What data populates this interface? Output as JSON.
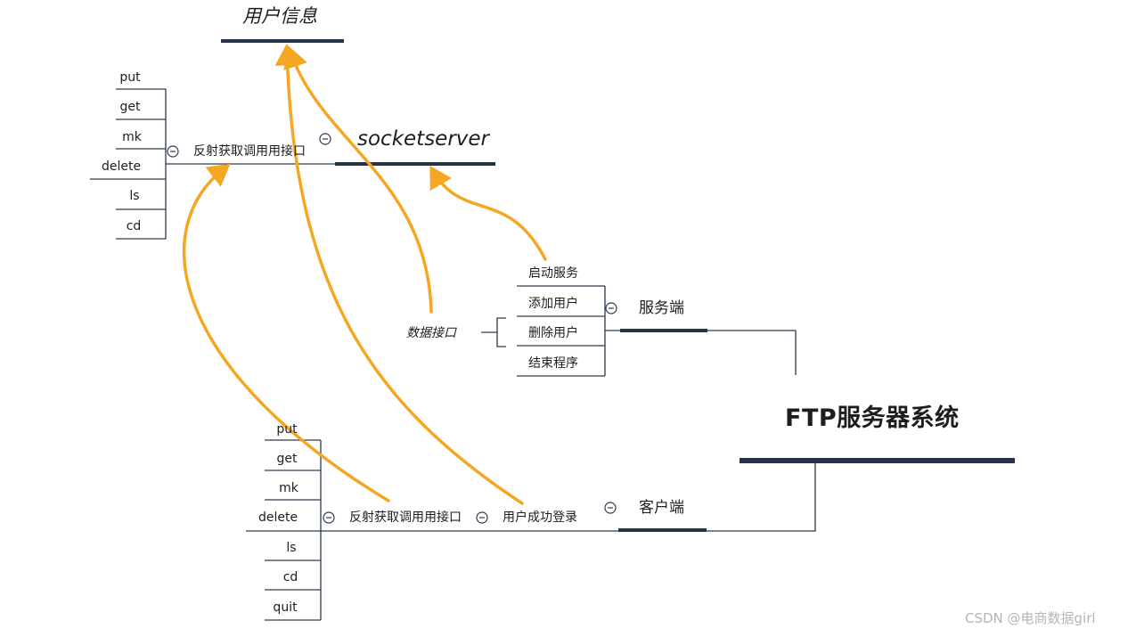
{
  "nodes": {
    "user_info": "用户信息",
    "socketserver": "socketserver",
    "reflection_top": "反射获取调用用接口",
    "data_interface": "数据接口",
    "server_side": "服务端",
    "root": "FTP服务器系统",
    "client_side": "客户端",
    "login_success": "用户成功登录",
    "reflection_bottom": "反射获取调用用接口"
  },
  "top_commands": [
    "put",
    "get",
    "mk",
    "delete",
    "ls",
    "cd"
  ],
  "server_items": [
    "启动服务",
    "添加用户",
    "删除用户",
    "结束程序"
  ],
  "bottom_commands": [
    "put",
    "get",
    "mk",
    "delete",
    "ls",
    "cd",
    "quit"
  ],
  "watermark": "CSDN @电商数据girl",
  "colors": {
    "line": "#263248",
    "arrow": "#f5a623",
    "thin": "#2e3a4f"
  },
  "icons": {
    "collapse": "minus-circle-icon"
  }
}
